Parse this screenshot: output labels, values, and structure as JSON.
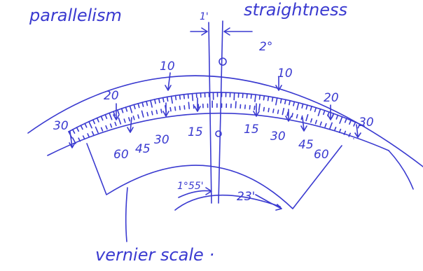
{
  "colors": {
    "ink": "#3a3ad0",
    "background": "#ffffff"
  },
  "labels": {
    "parallelism": "parallelism",
    "straightness": "straightness",
    "angle_top_small": "1'",
    "angle_top": "2°",
    "vernier_scale": "vernier scale ·",
    "bottom_left_angle": "1°55'",
    "bottom_right_angle": "23'"
  },
  "main_scale": {
    "left_numbers": [
      "10",
      "20",
      "30"
    ],
    "right_numbers": [
      "10",
      "20",
      "30"
    ]
  },
  "vernier": {
    "left_numbers": [
      "15",
      "30",
      "45",
      "60"
    ],
    "right_numbers": [
      "15",
      "30",
      "45",
      "60"
    ]
  }
}
